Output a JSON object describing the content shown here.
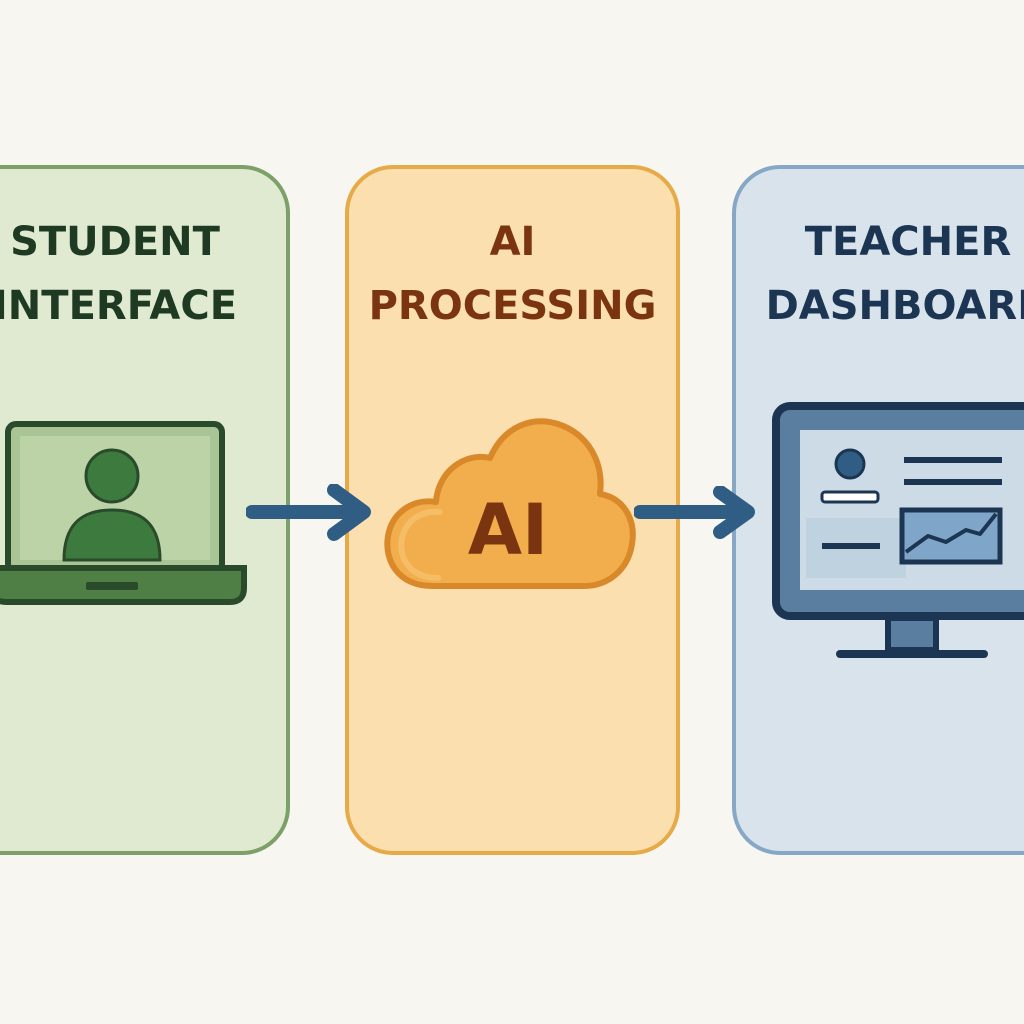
{
  "stages": [
    {
      "title_line1": "STUDENT",
      "title_line2": "INTERFACE",
      "icon": "laptop-with-user-icon"
    },
    {
      "title_line1": "AI",
      "title_line2": "PROCESSING",
      "icon": "ai-cloud-icon",
      "icon_label": "AI"
    },
    {
      "title_line1": "TEACHER",
      "title_line2": "DASHBOARD",
      "icon": "monitor-dashboard-icon"
    }
  ],
  "connectors": [
    {
      "from": "STUDENT INTERFACE",
      "to": "AI PROCESSING",
      "icon": "arrow-right-icon"
    },
    {
      "from": "AI PROCESSING",
      "to": "TEACHER DASHBOARD",
      "icon": "arrow-right-icon"
    }
  ],
  "colors": {
    "background": "#f8f6f0",
    "student_fill": "#dfead0",
    "student_border": "#7d9f6a",
    "student_text": "#1f3a22",
    "ai_fill": "#fbdfae",
    "ai_border": "#e6aa48",
    "ai_text": "#7a3510",
    "teacher_fill": "#d8e3ec",
    "teacher_border": "#86a7c5",
    "teacher_text": "#1c3552",
    "arrow": "#2f5d84"
  }
}
